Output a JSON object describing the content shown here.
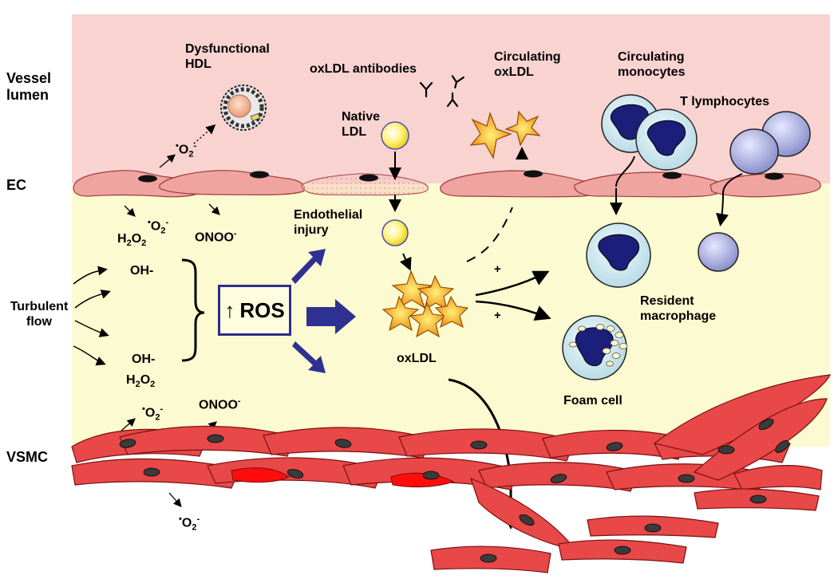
{
  "layers": {
    "lumen": "Vessel lumen",
    "endothelium": "EC",
    "flow": "Turbulent flow",
    "smooth_muscle": "VSMC"
  },
  "labels": {
    "dysfunctional_hdl": "Dysfunctional HDL",
    "oxldl_antibodies": "oxLDL antibodies",
    "native_ldl": "Native LDL",
    "circulating_oxldl": "Circulating oxLDL",
    "circulating_monocytes": "Circulating monocytes",
    "t_lymphocytes": "T lymphocytes",
    "endothelial_injury": "Endothelial injury",
    "oxldl": "oxLDL",
    "resident_macrophage": "Resident macrophage",
    "foam_cell": "Foam cell",
    "ros": "ROS",
    "ros_arrow": "↑",
    "plus": "+"
  },
  "species": {
    "dot": "•",
    "o2": "O",
    "o2_sub": "2",
    "o2_sup": "-",
    "h2o2_h": "H",
    "h2o2_o": "O",
    "h2o2_sub": "2",
    "onoo": "ONOO",
    "onoo_sup": "-",
    "oh": "OH-"
  },
  "colors": {
    "lumen": "#f8d3d0",
    "intima": "#fcfad0",
    "cell_red": "#e84848",
    "nucleus": "#3b3b3b",
    "arrow_blue": "#2e3192",
    "star_orange": "#f5a623",
    "monocyte": "#cfe8ef",
    "monocyte_nucleus": "#1b1f7a",
    "lymphocyte": "#a9aee0"
  }
}
